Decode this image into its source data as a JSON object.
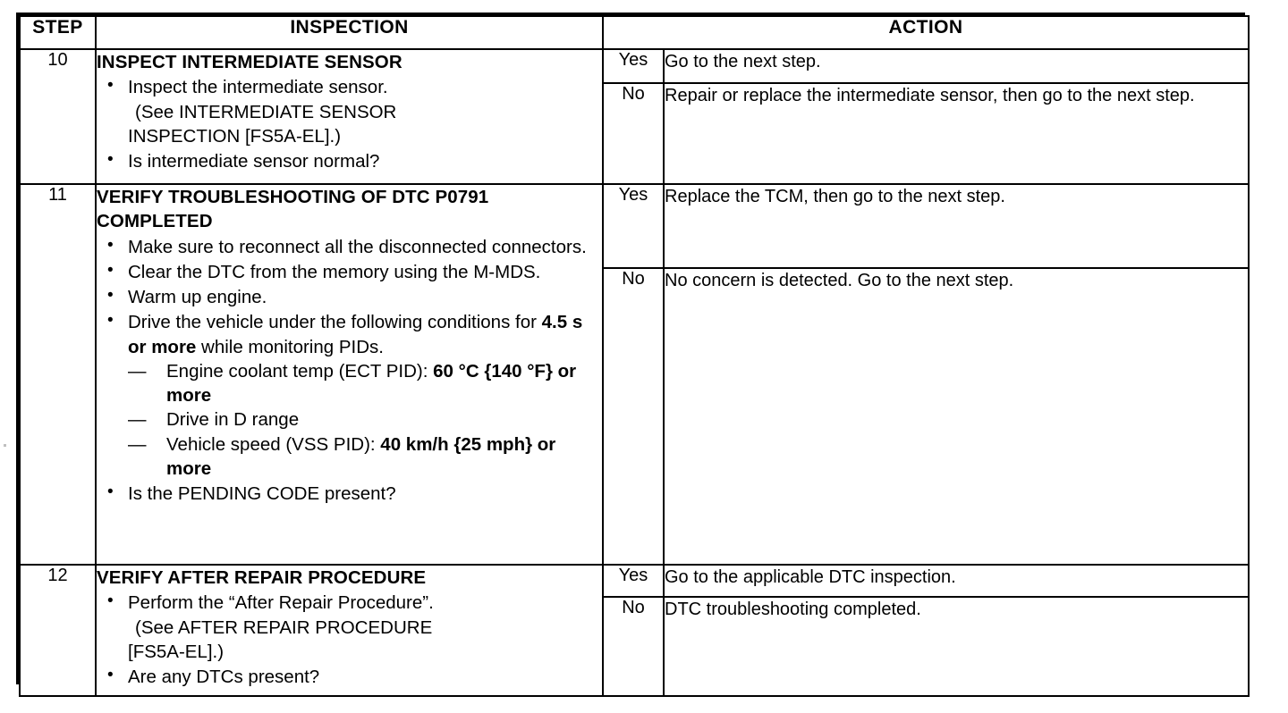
{
  "table": {
    "headers": {
      "step": "STEP",
      "inspection": "INSPECTION",
      "action": "ACTION"
    },
    "answer_labels": {
      "yes": "Yes",
      "no": "No"
    },
    "rows": [
      {
        "step": "10",
        "inspection_title": "INSPECT INTERMEDIATE SENSOR",
        "bullets": [
          {
            "text": "Inspect the intermediate sensor.",
            "continuations": [
              "(See INTERMEDIATE SENSOR",
              "INSPECTION [FS5A-EL].)"
            ]
          },
          {
            "text": "Is intermediate sensor normal?",
            "continuations": []
          }
        ],
        "yes_action": "Go to the next step.",
        "no_action": "Repair or replace the intermediate sensor, then go to the next step."
      },
      {
        "step": "11",
        "inspection_title": "VERIFY TROUBLESHOOTING OF DTC P0791 COMPLETED",
        "bullets": [
          {
            "text": "Make sure to reconnect all the disconnected connectors.",
            "continuations": []
          },
          {
            "text": "Clear the DTC from the memory using the M-MDS.",
            "continuations": []
          },
          {
            "text": "Warm up engine.",
            "continuations": []
          },
          {
            "rich": [
              {
                "t": "Drive the vehicle under the following conditions for ",
                "b": false
              },
              {
                "t": "4.5 s or more",
                "b": true
              },
              {
                "t": " while monitoring PIDs.",
                "b": false
              }
            ],
            "sub_dashes": [
              [
                {
                  "t": "Engine coolant temp (ECT PID): ",
                  "b": false
                },
                {
                  "t": "60 °C {140 °F} or more",
                  "b": true
                }
              ],
              [
                {
                  "t": "Drive in D range",
                  "b": false
                }
              ],
              [
                {
                  "t": "Vehicle speed (VSS PID): ",
                  "b": false
                },
                {
                  "t": "40 km/h {25 mph} or more",
                  "b": true
                }
              ]
            ]
          },
          {
            "text": "Is the PENDING CODE present?",
            "continuations": []
          }
        ],
        "yes_action": "Replace the TCM, then go to the next step.",
        "no_action": "No concern is detected. Go to the next step."
      },
      {
        "step": "12",
        "inspection_title": "VERIFY AFTER REPAIR PROCEDURE",
        "bullets": [
          {
            "text": "Perform the “After Repair Procedure”.",
            "continuations": [
              "(See AFTER REPAIR PROCEDURE",
              "[FS5A-EL].)"
            ]
          },
          {
            "text": "Are any DTCs present?",
            "continuations": []
          }
        ],
        "yes_action": "Go to the applicable DTC inspection.",
        "no_action": "DTC troubleshooting completed."
      }
    ]
  }
}
